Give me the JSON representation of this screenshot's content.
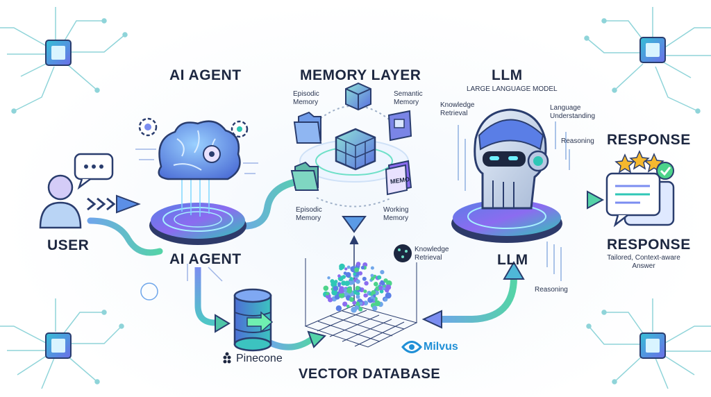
{
  "labels": {
    "user": "USER",
    "agent_top": "AI AGENT",
    "agent_bottom": "AI AGENT",
    "memory_layer": "MEMORY LAYER",
    "mem_episodic_top": "Episodic\nMemory",
    "mem_semantic": "Semantic\nMemory",
    "mem_episodic_bottom": "Episodic\nMemory",
    "mem_working": "Working\nMemory",
    "mem_folder_label": "MEMO",
    "llm_top": "LLM",
    "llm_subtitle": "LARGE LANGUAGE MODEL",
    "llm_knowledge": "Knowledge\nRetrieval",
    "llm_language": "Language\nUnderstanding",
    "llm_reasoning_top": "Reasoning",
    "llm_bottom": "LLM",
    "llm_reasoning_bottom": "Reasoning",
    "response_top": "RESPONSE",
    "response_bottom": "RESPONSE",
    "response_sub": "Tailored, Context-aware\nAnswer",
    "vector_db": "VECTOR DATABASE",
    "vector_knowledge": "Knowledge\nRetrieval",
    "pinecone": "Pinecone",
    "milvus": "Milvus"
  },
  "colors": {
    "ink": "#1d2740",
    "accent_blue": "#4a8fe0",
    "accent_teal": "#2fc7b6",
    "accent_purple": "#8b6cf0",
    "accent_green": "#4cd38a",
    "star": "#f5b82e",
    "circuit": "#8fd4d9"
  },
  "icons": [
    "user-icon",
    "chat-bubble-icon",
    "brain-icon",
    "gear-icon",
    "cube-icon",
    "folder-icon",
    "robot-head-icon",
    "star-icon",
    "check-icon",
    "database-icon",
    "pinecone-logo-icon",
    "milvus-logo-icon",
    "chip-icon"
  ]
}
